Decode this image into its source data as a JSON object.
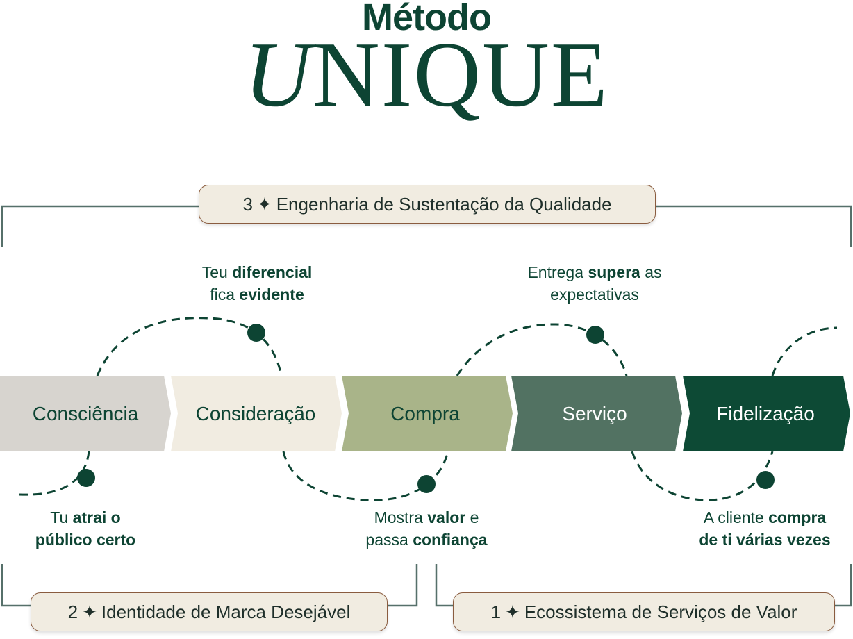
{
  "title": {
    "line1": "Método",
    "line2_initial": "U",
    "line2_rest": "NIQUE"
  },
  "pillars": [
    {
      "number": "3",
      "star": "✦",
      "label": "Engenharia de Sustentação da Qualidade"
    },
    {
      "number": "2",
      "star": "✦",
      "label": "Identidade de Marca Desejável"
    },
    {
      "number": "1",
      "star": "✦",
      "label": "Ecossistema de Serviços de Valor"
    }
  ],
  "stages": [
    {
      "label": "Consciência",
      "fill": "#d7d4cf",
      "text_color": "#0d4433"
    },
    {
      "label": "Consideração",
      "fill": "#f1ece1",
      "text_color": "#0d4433"
    },
    {
      "label": "Compra",
      "fill": "#a9b489",
      "text_color": "#0d4433"
    },
    {
      "label": "Serviço",
      "fill": "#527262",
      "text_color": "#ffffff"
    },
    {
      "label": "Fidelização",
      "fill": "#0d4a35",
      "text_color": "#ffffff"
    }
  ],
  "notes": {
    "consciencia": {
      "a": "Tu ",
      "b": "atrai o",
      "c": "público certo"
    },
    "consideracao": {
      "a": "Teu ",
      "b": "diferencial",
      "c": "fica ",
      "d": "evidente"
    },
    "compra": {
      "a": "Mostra ",
      "b": "valor",
      "c": " e",
      "d": "passa ",
      "e": "confiança"
    },
    "servico": {
      "a": "Entrega ",
      "b": "supera",
      "c": " as",
      "d": "expectativas"
    },
    "fidelizacao": {
      "a": "A cliente ",
      "b": "compra",
      "c": "de ti várias vezes"
    }
  },
  "colors": {
    "dark_green": "#0d4433",
    "bracket": "#56706a",
    "pill_border": "#8a5c3f",
    "pill_fill": "#f1ece1"
  }
}
